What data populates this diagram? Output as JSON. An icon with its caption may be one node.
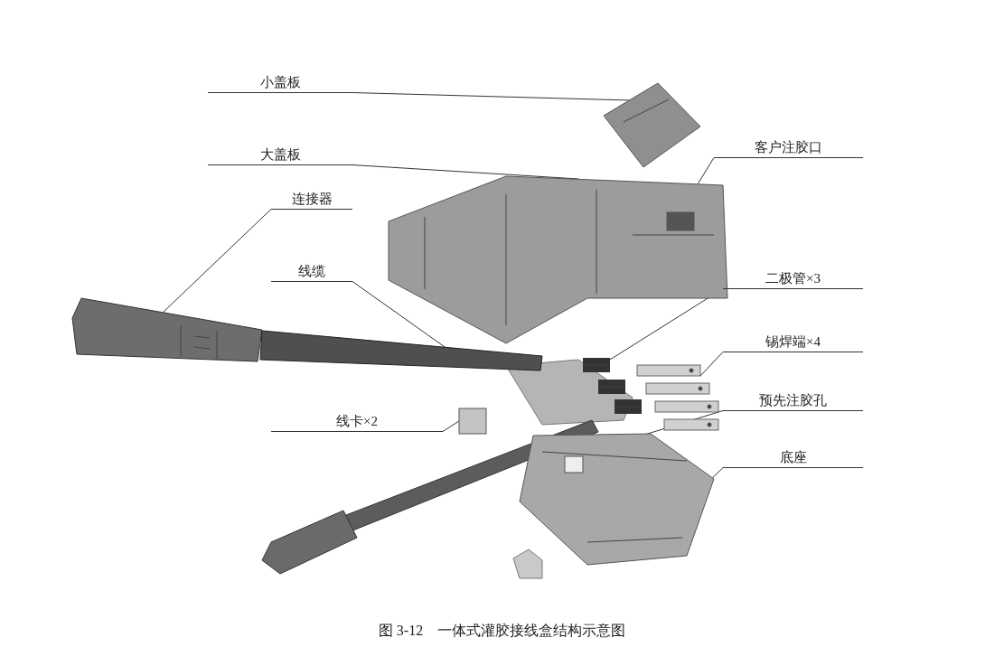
{
  "diagram": {
    "caption": "图 3-12　一体式灌胶接线盒结构示意图",
    "nodes": [
      {
        "text": [
          "小盖板"
        ]
      },
      {
        "text": [
          "大盖板"
        ]
      },
      {
        "text": [
          "客户注胶口"
        ]
      },
      {
        "text": [
          "连接器"
        ]
      },
      {
        "text": [
          "线缆"
        ]
      },
      {
        "text": [
          "二极管×3"
        ]
      },
      {
        "text": [
          "锡焊端×4"
        ]
      },
      {
        "text": [
          "线卡×2"
        ]
      },
      {
        "text": [
          "预先注胶孔"
        ]
      },
      {
        "text": [
          "底座"
        ]
      },
      {
        "text": [],
        "shape": "picture"
      },
      {
        "text": [],
        "shape": "picture"
      },
      {
        "text": [],
        "shape": "box",
        "in": 11
      },
      {
        "text": [],
        "shape": "picture"
      },
      {
        "text": [],
        "shape": "bar"
      },
      {
        "text": [],
        "shape": "picture"
      },
      {
        "text": [],
        "shape": "picture"
      },
      {
        "text": [],
        "shape": "box"
      },
      {
        "text": [],
        "shape": "picture"
      },
      {
        "text": [],
        "shape": "box",
        "in": 18
      }
    ],
    "edges": [
      {
        "from": 0,
        "to": 10,
        "arrow": "none"
      },
      {
        "from": 1,
        "to": 11,
        "arrow": "none"
      },
      {
        "from": 2,
        "to": 12,
        "arrow": "none"
      },
      {
        "from": 3,
        "to": 13,
        "arrow": "none"
      },
      {
        "from": 4,
        "to": 14,
        "arrow": "none"
      },
      {
        "from": 5,
        "to": 15,
        "arrow": "none"
      },
      {
        "from": 6,
        "to": 16,
        "arrow": "none"
      },
      {
        "from": 7,
        "to": 17,
        "arrow": "none"
      },
      {
        "from": 8,
        "to": 19,
        "arrow": "none"
      },
      {
        "from": 9,
        "to": 18,
        "arrow": "none"
      }
    ]
  }
}
